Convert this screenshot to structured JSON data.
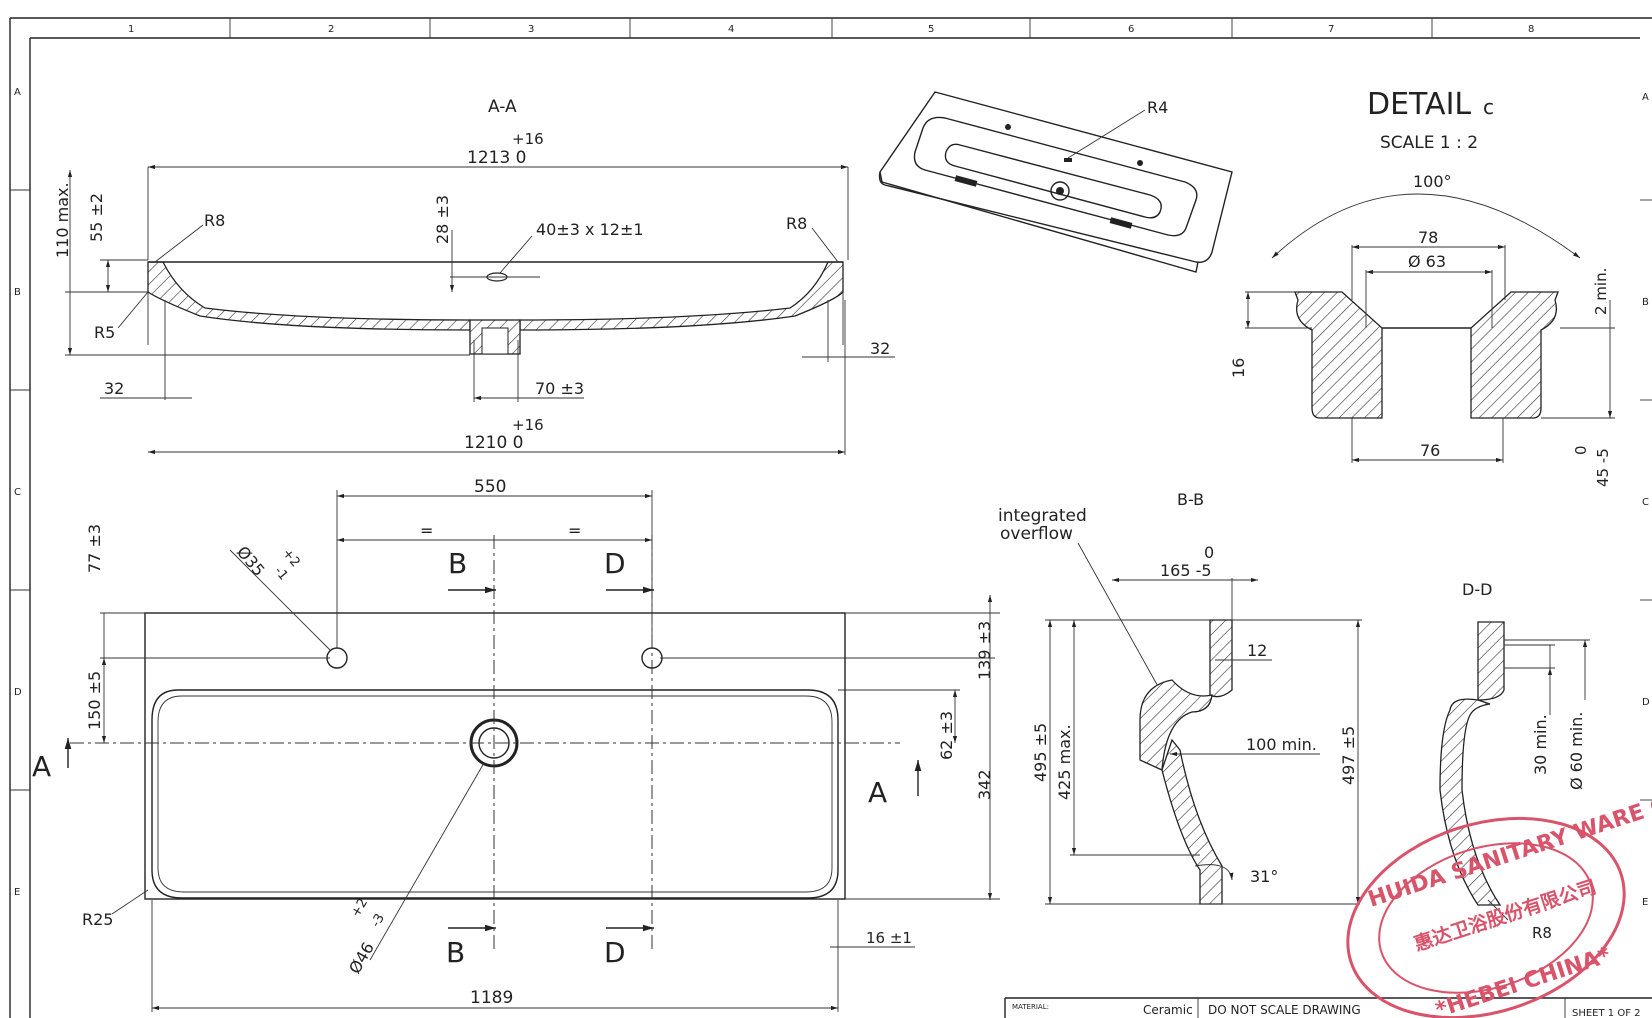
{
  "frame": {
    "zones_top": [
      "1",
      "2",
      "3",
      "4",
      "5",
      "6",
      "7",
      "8"
    ],
    "zones_left": [
      "A",
      "B",
      "C",
      "D",
      "E"
    ],
    "zones_right": [
      "A",
      "B",
      "C",
      "D",
      "E"
    ]
  },
  "views": {
    "aa": {
      "title": "A-A",
      "dim_top_tol": "+16",
      "dim_top": "1213  0",
      "dim_bottom_tol": "+16",
      "dim_bottom": "1210  0",
      "h_max": "110 max.",
      "h_55": "55 ±2",
      "h_28": "28 ±3",
      "slot": "40±3 x 12±1",
      "r8_left": "R8",
      "r8_right": "R8",
      "r5": "R5",
      "d32_left": "32",
      "d32_right": "32",
      "d70": "70 ±3"
    },
    "iso": {
      "r4": "R4"
    },
    "detail": {
      "title": "DETAIL",
      "title_letter": "c",
      "scale": "SCALE 1 : 2",
      "angle": "100°",
      "d78": "78",
      "d63": "Ø 63",
      "d2min": "2 min.",
      "d16": "16",
      "d76": "76",
      "d45_a": "0",
      "d45_b": "45 -5"
    },
    "plan": {
      "d550": "550",
      "eq1": "=",
      "eq2": "=",
      "d77": "77 ±3",
      "d35": "Ø35",
      "d35_tol_plus": "+2",
      "d35_tol_minus": "-1",
      "d150": "150 ±5",
      "d139": "139 ±3",
      "d62": "62 ±3",
      "d342": "342",
      "r25": "R25",
      "d46": "Ø46",
      "d46_tol_plus": "+2",
      "d46_tol_minus": "-3",
      "d16": "16 ±1",
      "d1189": "1189",
      "sec_a": "A",
      "sec_b": "B",
      "sec_d": "D"
    },
    "bb": {
      "title": "B-B",
      "overflow_1": "integrated",
      "overflow_2": "overflow",
      "d165_a": "0",
      "d165_b": "165 -5",
      "d12": "12",
      "d100": "100 min.",
      "d495": "495 ±5",
      "d425": "425 max.",
      "d497": "497 ±5",
      "angle": "31°"
    },
    "dd": {
      "title": "D-D",
      "d30": "30 min.",
      "d60": "Ø 60 min.",
      "r8": "R8"
    }
  },
  "title_block": {
    "material_label": "MATERIAL:",
    "material": "Ceramic",
    "note": "DO NOT SCALE DRAWING",
    "sheet": "SHEET 1 OF 2"
  },
  "stamp": {
    "outer": "HUIDA SANITARY WARE CO.,LTD",
    "inner": "惠达卫浴股份有限公司",
    "bottom": "*HEBEI  CHINA*"
  }
}
